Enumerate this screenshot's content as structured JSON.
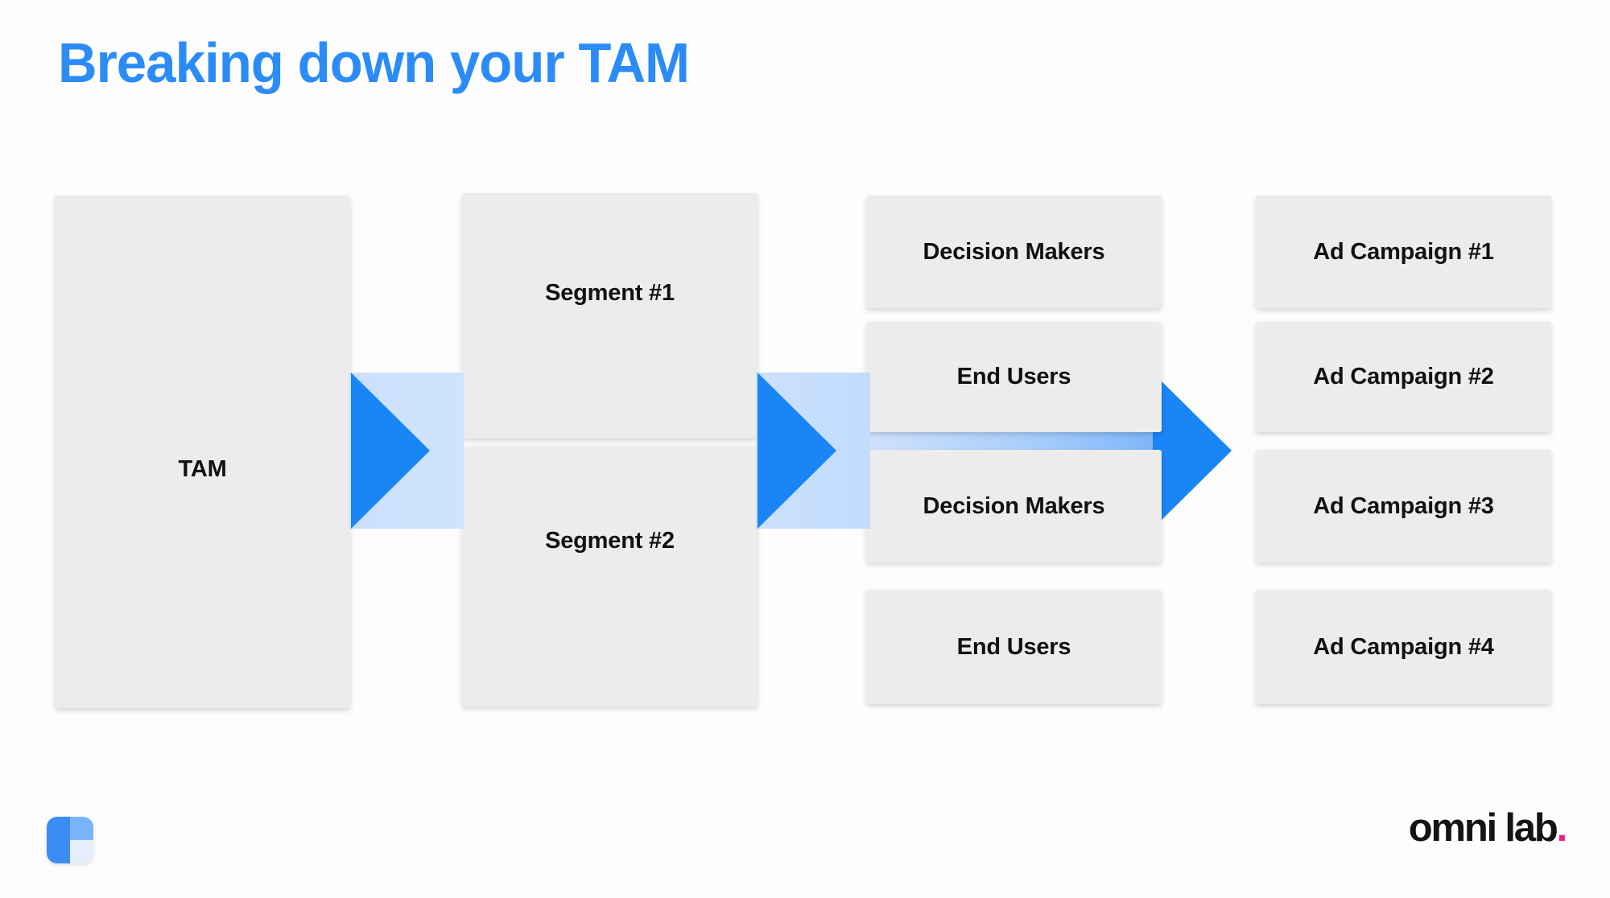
{
  "slide": {
    "title": "Breaking down your TAM",
    "background_color": "#fdfdfd",
    "title_color": "#2b8cf7"
  },
  "palette": {
    "box_fill": "#ececec",
    "box_text": "#111111",
    "arrow_solid": "#1a85f5",
    "arrow_band_light": "#cfe2fd",
    "arrow_band_mid": "#9fc8fb",
    "logo_pink": "#ec1d8e"
  },
  "columns": [
    {
      "name": "tam",
      "boxes": [
        {
          "label": "TAM"
        }
      ]
    },
    {
      "name": "segments",
      "boxes": [
        {
          "label": "Segment #1"
        },
        {
          "label": "Segment #2"
        }
      ]
    },
    {
      "name": "personas",
      "boxes": [
        {
          "label": "Decision Makers"
        },
        {
          "label": "End Users"
        },
        {
          "label": "Decision Makers"
        },
        {
          "label": "End Users"
        }
      ]
    },
    {
      "name": "campaigns",
      "boxes": [
        {
          "label": "Ad Campaign #1"
        },
        {
          "label": "Ad Campaign #2"
        },
        {
          "label": "Ad Campaign #3"
        },
        {
          "label": "Ad Campaign #4"
        }
      ]
    }
  ],
  "arrows": [
    {
      "name": "tam-to-segments",
      "direction": "right"
    },
    {
      "name": "segments-to-personas",
      "direction": "right"
    },
    {
      "name": "personas-to-campaigns",
      "direction": "right"
    }
  ],
  "footer": {
    "logo_icon": "omni-lab-logo-icon",
    "wordmark": "omni lab",
    "wordmark_dot": "."
  }
}
